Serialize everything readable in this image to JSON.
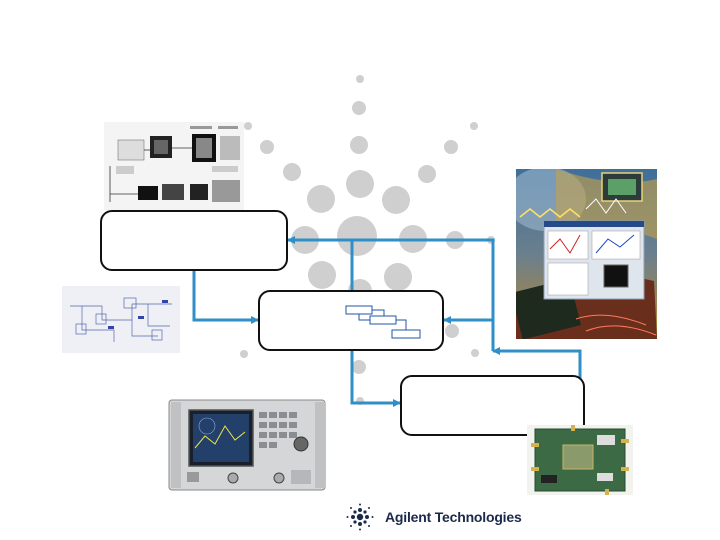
{
  "slide": {
    "background": "#ffffff",
    "connector_color": "#2f8fc6",
    "dot_color": "#cccccc"
  },
  "logo": {
    "company": "Agilent Technologies",
    "icon": "agilent-spark-icon",
    "color": "#1b2a4a"
  },
  "images": [
    {
      "name": "system-block-diagram-image",
      "description": ""
    },
    {
      "name": "circuit-schematic-image",
      "description": ""
    },
    {
      "name": "simulation-software-image",
      "description": ""
    },
    {
      "name": "network-analyzer-image",
      "description": ""
    },
    {
      "name": "rf-circuit-board-image",
      "description": ""
    }
  ]
}
